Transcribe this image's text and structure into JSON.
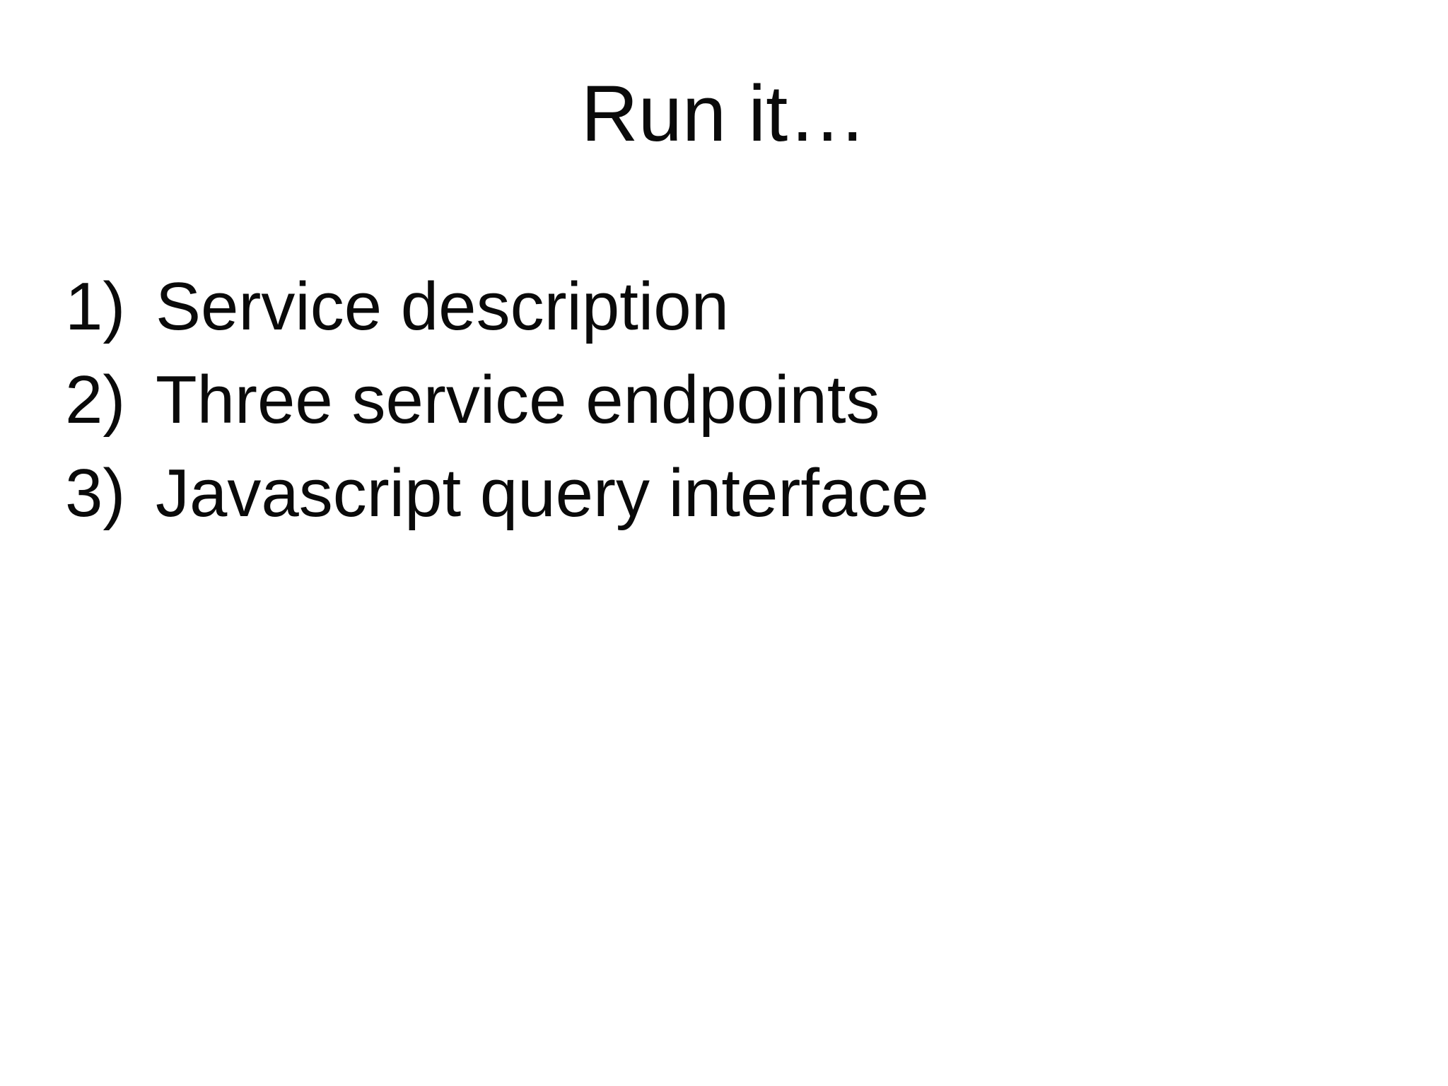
{
  "slide": {
    "title": "Run it…",
    "list": [
      {
        "number": "1)",
        "label": "Service description"
      },
      {
        "number": "2)",
        "label": "Three service endpoints"
      },
      {
        "number": "3)",
        "label": "Javascript query interface"
      }
    ]
  },
  "colors": {
    "background": "#ffffff",
    "text": "#0a0a0a"
  }
}
